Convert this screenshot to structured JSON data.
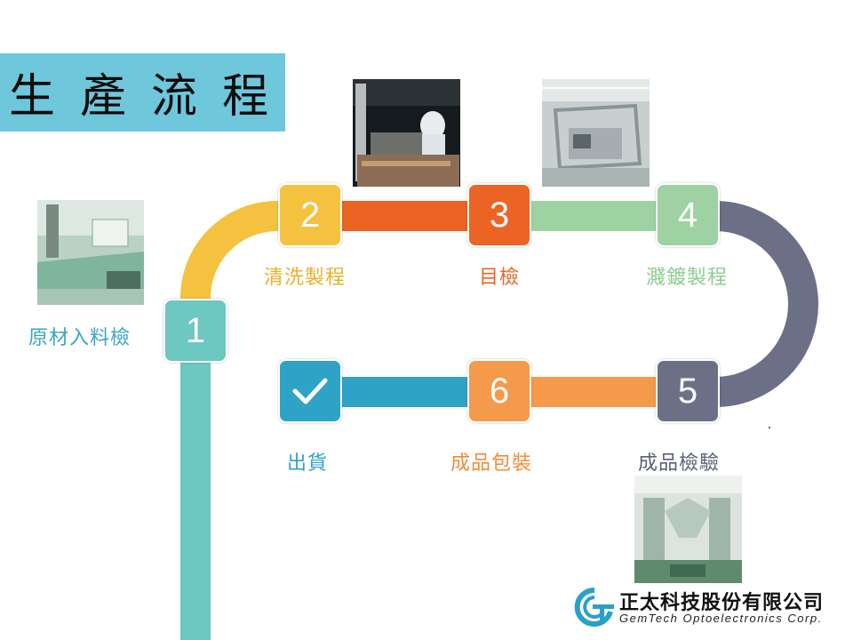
{
  "title": "生產流程",
  "colors": {
    "title_bg": "#6fc7dc",
    "teal": "#6cc8c0",
    "yellow": "#f4c23e",
    "orange_red": "#ec6424",
    "light_green": "#9ed2a2",
    "slate": "#6c7087",
    "light_orange": "#f5994a",
    "blue": "#2ea3c6"
  },
  "steps": [
    {
      "number": "1",
      "label": "原材入料檢"
    },
    {
      "number": "2",
      "label": "清洗製程"
    },
    {
      "number": "3",
      "label": "目檢"
    },
    {
      "number": "4",
      "label": "濺鍍製程"
    },
    {
      "number": "5",
      "label": "成品檢驗"
    },
    {
      "number": "6",
      "label": "成品包裝"
    },
    {
      "icon": "checkmark-icon",
      "label": "出貨"
    }
  ],
  "logo": {
    "name_cn": "正太科技股份有限公司",
    "name_en": "GemTech Optoelectronics Corp."
  }
}
